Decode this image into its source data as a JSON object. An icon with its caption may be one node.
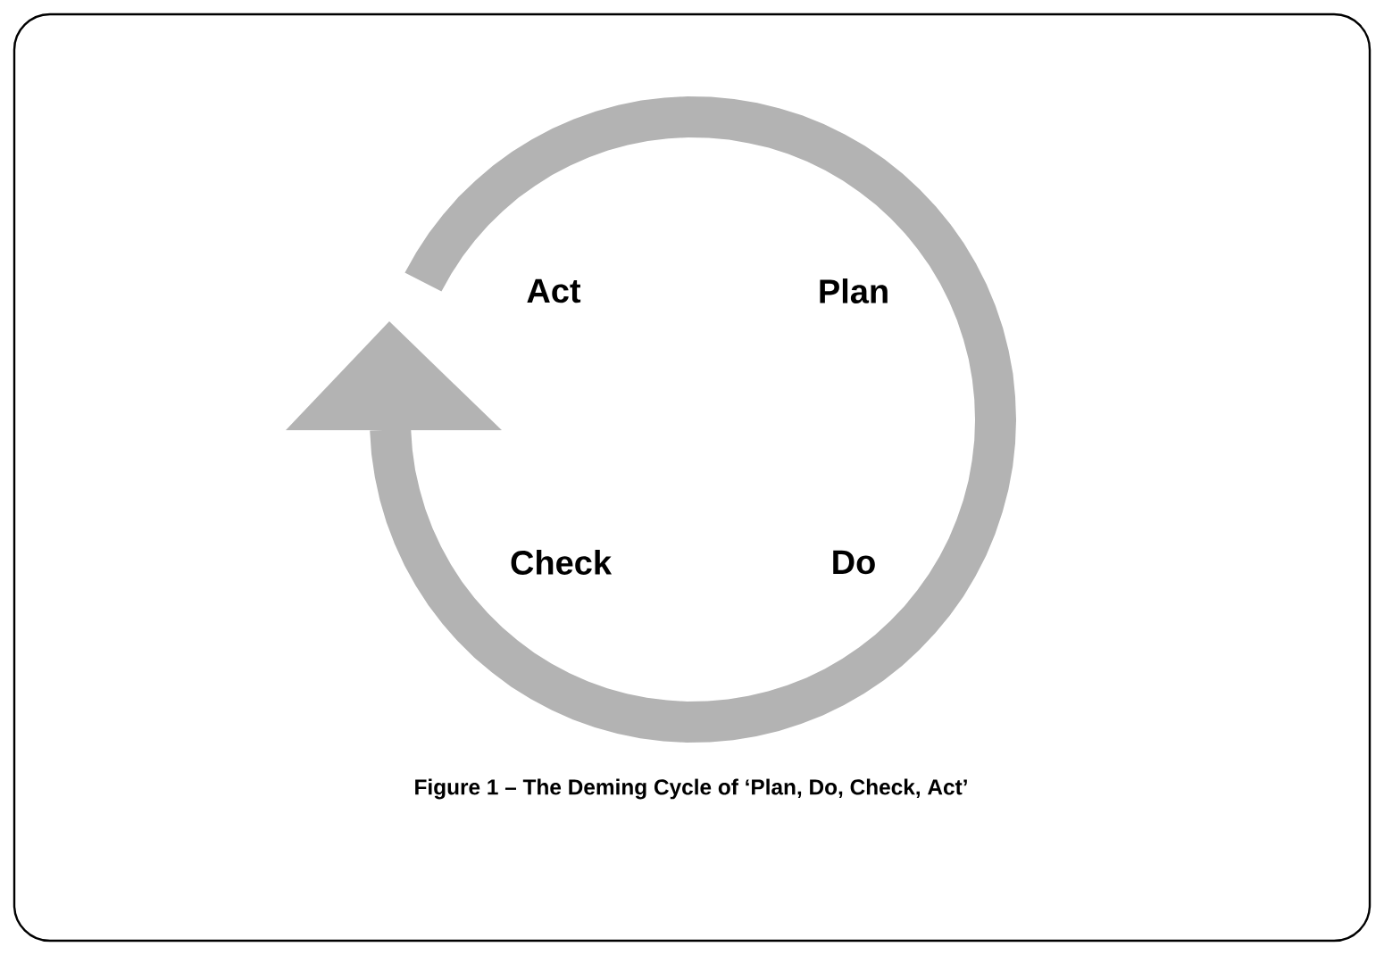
{
  "diagram": {
    "caption": "Figure 1 – The Deming Cycle of ‘Plan, Do, Check, Act’",
    "labels": [
      "Act",
      "Plan",
      "Check",
      "Do"
    ]
  }
}
